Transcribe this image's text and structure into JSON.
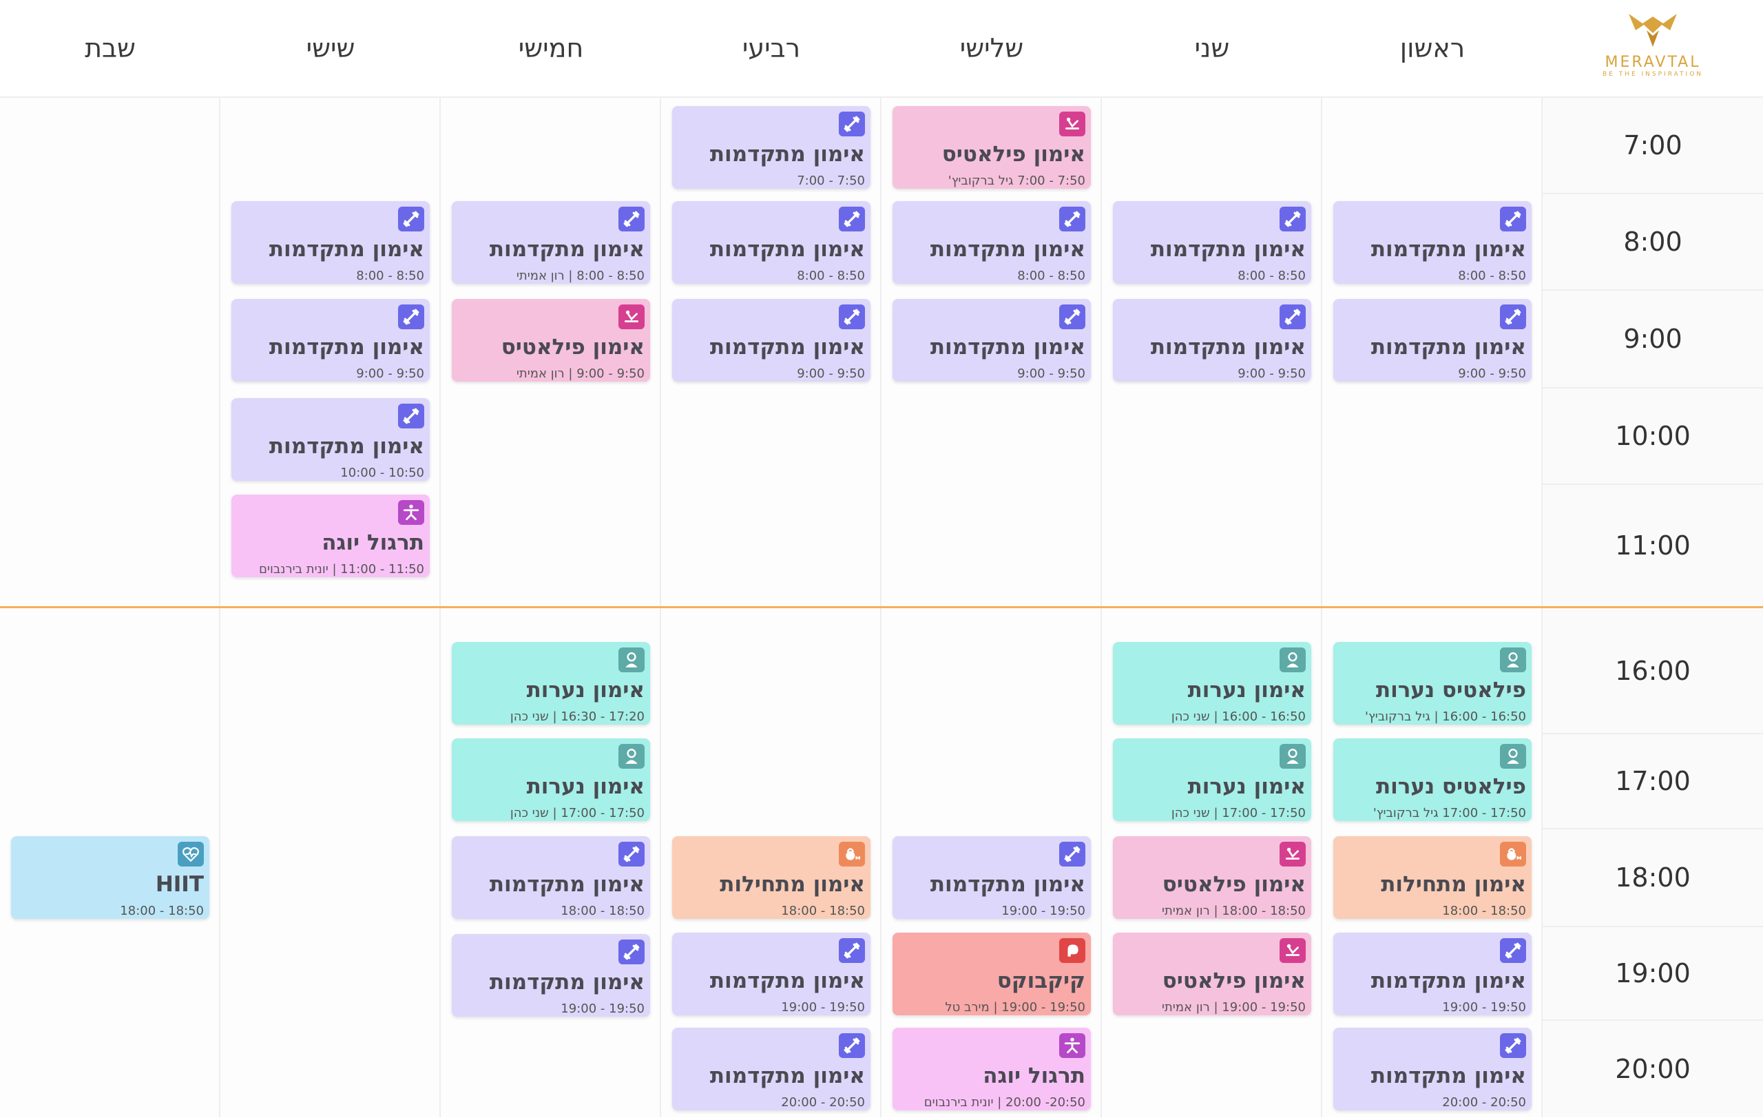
{
  "brand": {
    "name": "MERAVTAL",
    "tagline": "BE THE INSPIRATION",
    "accent": "#d9a43e"
  },
  "days": [
    "שבת",
    "שישי",
    "חמישי",
    "רביעי",
    "שלישי",
    "שני",
    "ראשון"
  ],
  "morning_times": [
    "7:00",
    "8:00",
    "9:00",
    "10:00",
    "11:00"
  ],
  "evening_times": [
    "16:00",
    "17:00",
    "18:00",
    "19:00",
    "20:00"
  ],
  "classes": {
    "adv": "אימון מתקדמות",
    "pil": "אימון פילאטיס",
    "yoga": "תרגול יוגה",
    "teen": "אימון נערות",
    "teen_pil": "פילאטיס נערות",
    "beg": "אימון מתחילות",
    "kick": "קיקבוקס",
    "hiit": "HIIT"
  },
  "subs": {
    "s_0700": "7:50 - 7:00",
    "s_0700_gil": "7:50 - 7:00   גיל ברקוביץ'",
    "s_0800": "8:50 - 8:00",
    "s_0800_ron": "8:50 - 8:00 | רון אמיתי",
    "s_0900": "9:50 - 9:00",
    "s_0900_ron": "9:50 - 9:00 | רון אמיתי",
    "s_1000": "10:50 - 10:00",
    "s_1100_yonit": "11:50 - 11:00 | יונית בירנבוים",
    "s_1600_gil": "16:50 - 16:00 | גיל ברקוביץ'",
    "s_1600_shani": "16:50 - 16:00 | שני כהן",
    "s_1630_shani": "17:20 - 16:30 | שני כהן",
    "s_1700_gil": "17:50 - 17:00   גיל ברקוביץ'",
    "s_1700_shani": "17:50 - 17:00 | שני כהן",
    "s_1800": "18:50 - 18:00",
    "s_1800_ron": "18:50 - 18:00 | רון אמיתי",
    "s_1900": "19:50 - 19:00",
    "s_1900_ron": "19:50 - 19:00 | רון אמיתי",
    "s_1900_merav": "19:50 - 19:00  | מירב טל",
    "s_2000": "20:50 - 20:00",
    "s_2000_yonit": "20:50- 20:00 | יונית בירנבוים"
  }
}
